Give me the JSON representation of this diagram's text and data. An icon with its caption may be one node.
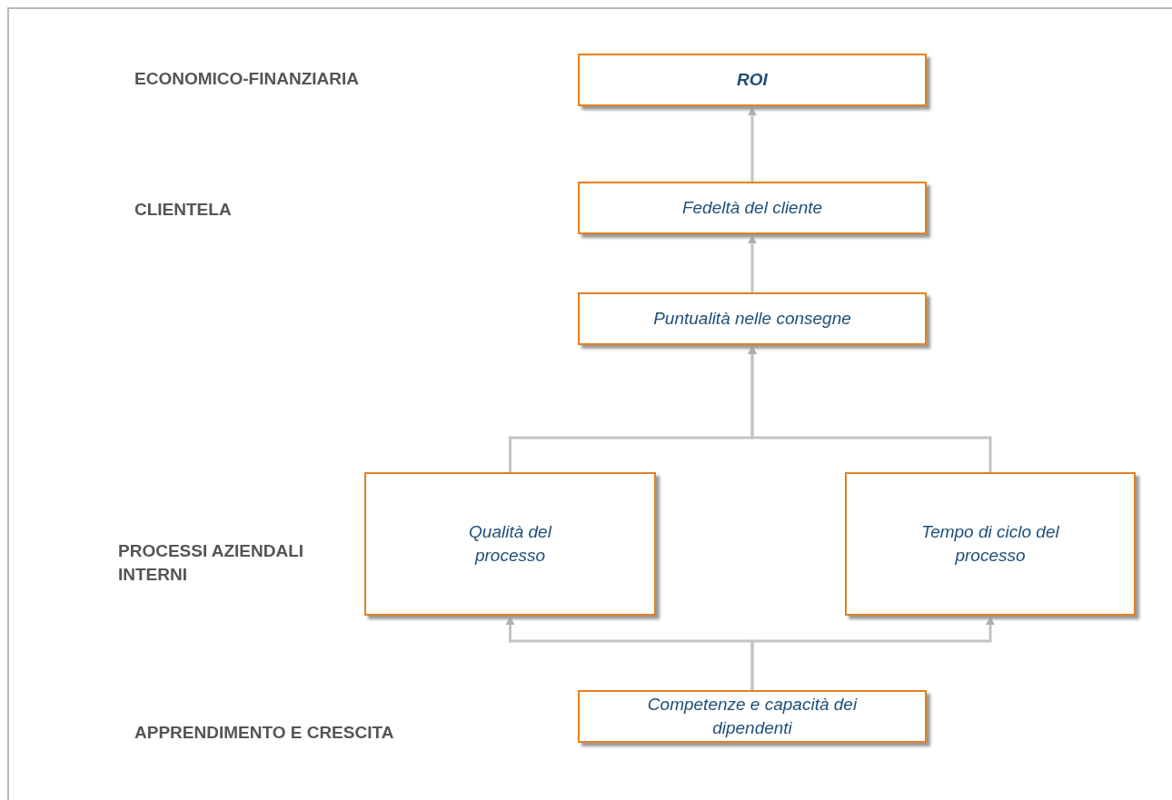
{
  "diagram": {
    "nodes": [
      {
        "text": [
          "ROI"
        ]
      },
      {
        "text": [
          "Fedeltà del cliente"
        ]
      },
      {
        "text": [
          "Puntualità nelle consegne"
        ]
      },
      {
        "text": [
          "Qualità del processo"
        ]
      },
      {
        "text": [
          "Tempo di ciclo del processo"
        ]
      },
      {
        "text": [
          "Competenze e capacità dei dipendenti"
        ]
      }
    ],
    "edges": [
      {
        "from": 1,
        "to": 0,
        "arrow": "to"
      },
      {
        "from": 2,
        "to": 1,
        "arrow": "to"
      },
      {
        "from": 3,
        "to": 2,
        "arrow": "to"
      },
      {
        "from": 4,
        "to": 2,
        "arrow": "to"
      },
      {
        "from": 5,
        "to": 3,
        "arrow": "to"
      },
      {
        "from": 5,
        "to": 4,
        "arrow": "to"
      }
    ],
    "labels": [
      "ECONOMICO-FINANZIARIA",
      "CLIENTELA",
      "PROCESSI AZIENDALI INTERNI",
      "APPRENDIMENTO E CRESCITA"
    ]
  }
}
